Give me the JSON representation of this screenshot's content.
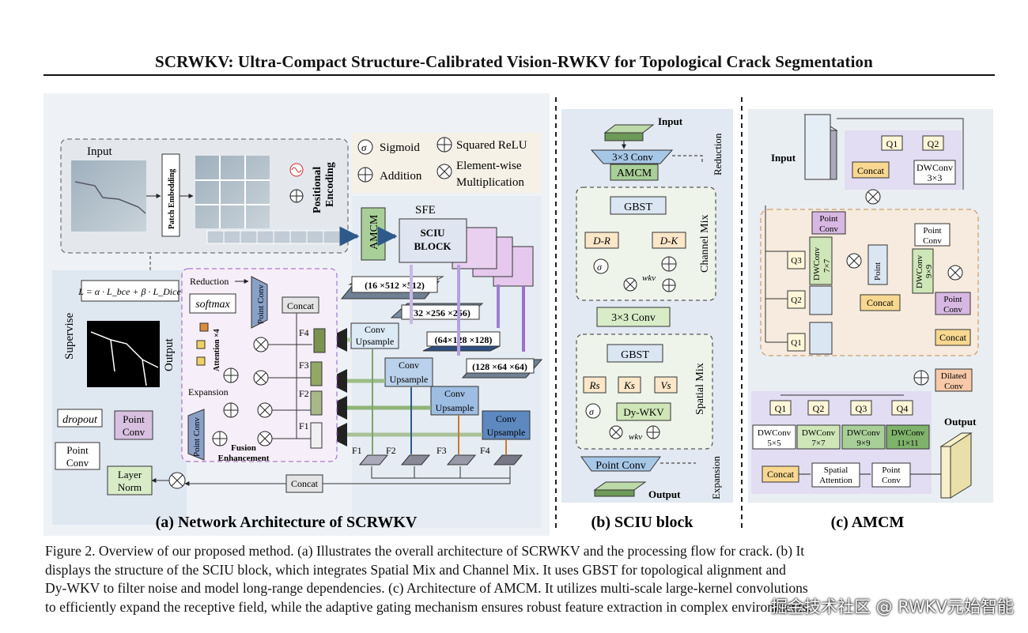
{
  "paper": {
    "title": "SCRWKV: Ultra-Compact Structure-Calibrated Vision-RWKV for Topological Crack Segmentation"
  },
  "panel_a": {
    "label": "(a) Network Architecture of SCRWKV",
    "input_label": "Input",
    "patch_embedding": "Patch Embedding",
    "positional_encoding": [
      "Positional",
      "Encoding"
    ],
    "legend": {
      "sigmoid": "Sigmoid",
      "squared_relu": "Squared ReLU",
      "addition": "Addition",
      "elementwise": [
        "Element-wise",
        "Multiplication"
      ]
    },
    "sfe": "SFE",
    "amcm": "AMCM",
    "sciu_block": [
      "SCIU",
      "BLOCK"
    ],
    "dims": [
      "(16 ×512 ×512)",
      "(32 ×256 ×256)",
      "(64×128 ×128)",
      "(128 ×64 ×64)"
    ],
    "conv": "Conv",
    "upsample": "Upsample",
    "loss": "L = α · L_bce + β · L_Dice",
    "supervise": "Supervise",
    "output": "Output",
    "reduction": "Reduction",
    "point_conv": "Point Conv",
    "softmax": "softmax",
    "attention": "Attention ×4",
    "concat": "Concat",
    "expansion": "Expansion",
    "fusion_enhancement": [
      "Fusion",
      "Enhancement"
    ],
    "features": [
      "F4",
      "F3",
      "F2",
      "F1"
    ],
    "bottom_features": [
      "F1",
      "F2",
      "F3",
      "F4"
    ],
    "dropout": "dropout",
    "point_conv_two": [
      "Point",
      "Conv"
    ],
    "layer_norm": [
      "Layer",
      "Norm"
    ]
  },
  "panel_b": {
    "label": "(b) SCIU block",
    "input": "Input",
    "output": "Output",
    "conv3": "3×3 Conv",
    "amcm": "AMCM",
    "reduction": "Reduction",
    "gbst": "GBST",
    "dr": "D-R",
    "dk": "D-K",
    "wkv": "wkv",
    "channel_mix": "Channel Mix",
    "conv3_mid": "3×3 Conv",
    "rs": "Rs",
    "ks": "Ks",
    "vs": "Vs",
    "dy_wkv": "Dy-WKV",
    "spatial_mix": "Spatial Mix",
    "point_conv": "Point Conv",
    "expansion": "Expansion"
  },
  "panel_c": {
    "label": "(c) AMCM",
    "input": "Input",
    "output": "Output",
    "q_top": [
      "Q1",
      "Q2"
    ],
    "concat": "Concat",
    "dwconv3": [
      "DWConv",
      "3×3"
    ],
    "point_conv": [
      "Point",
      "Conv"
    ],
    "q_mid": [
      "Q3",
      "Q2",
      "Q1"
    ],
    "dwconv77": [
      "DWConv",
      "7×7"
    ],
    "dwconv99": [
      "DWConv",
      "9×9"
    ],
    "dilated_conv": [
      "Dilated",
      "Conv"
    ],
    "q_bottom": [
      "Q1",
      "Q2",
      "Q3",
      "Q4"
    ],
    "dw_bottom": [
      [
        "DWConv",
        "5×5"
      ],
      [
        "DWConv",
        "7×7"
      ],
      [
        "DWConv",
        "9×9"
      ],
      [
        "DWConv",
        "11×11"
      ]
    ],
    "spatial_attention": [
      "Spatial",
      "Attention"
    ]
  },
  "caption": {
    "lines": [
      "Figure 2. Overview of our proposed method. (a) Illustrates the overall architecture of SCRWKV and the processing flow for crack. (b) It",
      "displays the structure of the SCIU block, which integrates Spatial Mix and Channel Mix. It uses GBST for topological alignment and",
      "Dy-WKV to filter noise and model long-range dependencies. (c) Architecture of AMCM. It utilizes multi-scale large-kernel convolutions",
      "to efficiently expand the receptive field, while the adaptive gating mechanism ensures robust feature extraction in complex environments."
    ]
  },
  "watermark": "掘金技术社区 @ RWKV元始智能"
}
